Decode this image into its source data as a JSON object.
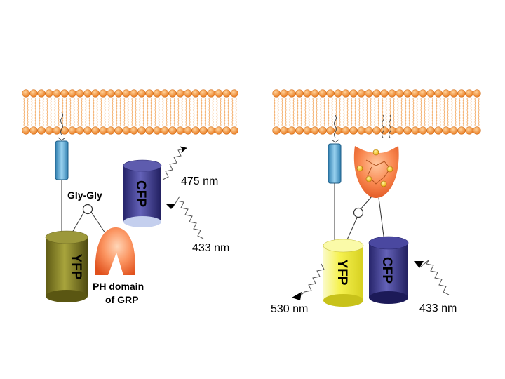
{
  "left_panel": {
    "linker_label": "Gly-Gly",
    "yfp_label": "YFP",
    "cfp_label": "CFP",
    "domain_label_line1": "PH domain",
    "domain_label_line2": "of GRP",
    "emission_label": "475 nm",
    "excitation_label": "433 nm"
  },
  "right_panel": {
    "yfp_label": "YFP",
    "cfp_label": "CFP",
    "emission_label": "530 nm",
    "excitation_label": "433 nm"
  },
  "colors": {
    "lipid_head": "#f08c2c",
    "lipid_tail": "#f2a050",
    "anchor_helix": "#5aa6d2",
    "yfp_dim": "#7e7a24",
    "yfp_bright": "#f4f04a",
    "cfp": "#3d3a94",
    "ph_domain": "#f46a2c"
  }
}
